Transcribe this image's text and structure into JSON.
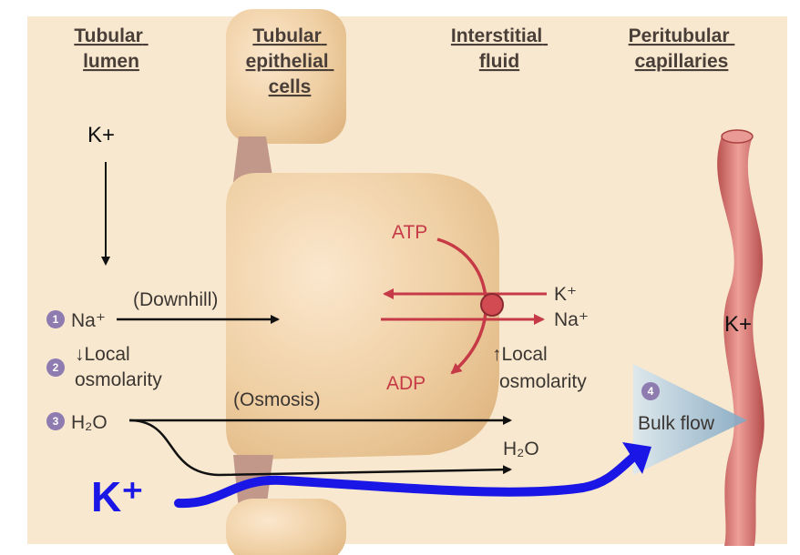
{
  "headers": {
    "lumen": [
      "Tubular",
      "lumen"
    ],
    "epithelial": [
      "Tubular",
      "epithelial",
      "cells"
    ],
    "interstitial": [
      "Interstitial",
      "fluid"
    ],
    "peritubular": [
      "Peritubular",
      "capillaries"
    ]
  },
  "labels": {
    "k_top": "K+",
    "na_left": "Na⁺",
    "downhill": "(Downhill)",
    "local_left_1": "↓Local",
    "local_left_2": "osmolarity",
    "h2o_left": "H₂O",
    "osmosis": "(Osmosis)",
    "atp": "ATP",
    "adp": "ADP",
    "k_right": "K⁺",
    "na_right": "Na⁺",
    "local_right_1": "↑Local",
    "local_right_2": "osmolarity",
    "h2o_right": "H₂O",
    "bulk_flow": "Bulk flow",
    "k_capillary": "K+",
    "k_big": "K⁺"
  },
  "steps": [
    "1",
    "2",
    "3",
    "4"
  ],
  "colors": {
    "background": "#f8e8cf",
    "cell": "#ecc998",
    "junction": "#c2988a",
    "pump": "#c63a47",
    "capillary": "#dc7d7a",
    "blue_arrow": "#1a16e6",
    "step_badge": "#8e7bb0",
    "bulk_flow_arrow": "#a9c3d6"
  }
}
